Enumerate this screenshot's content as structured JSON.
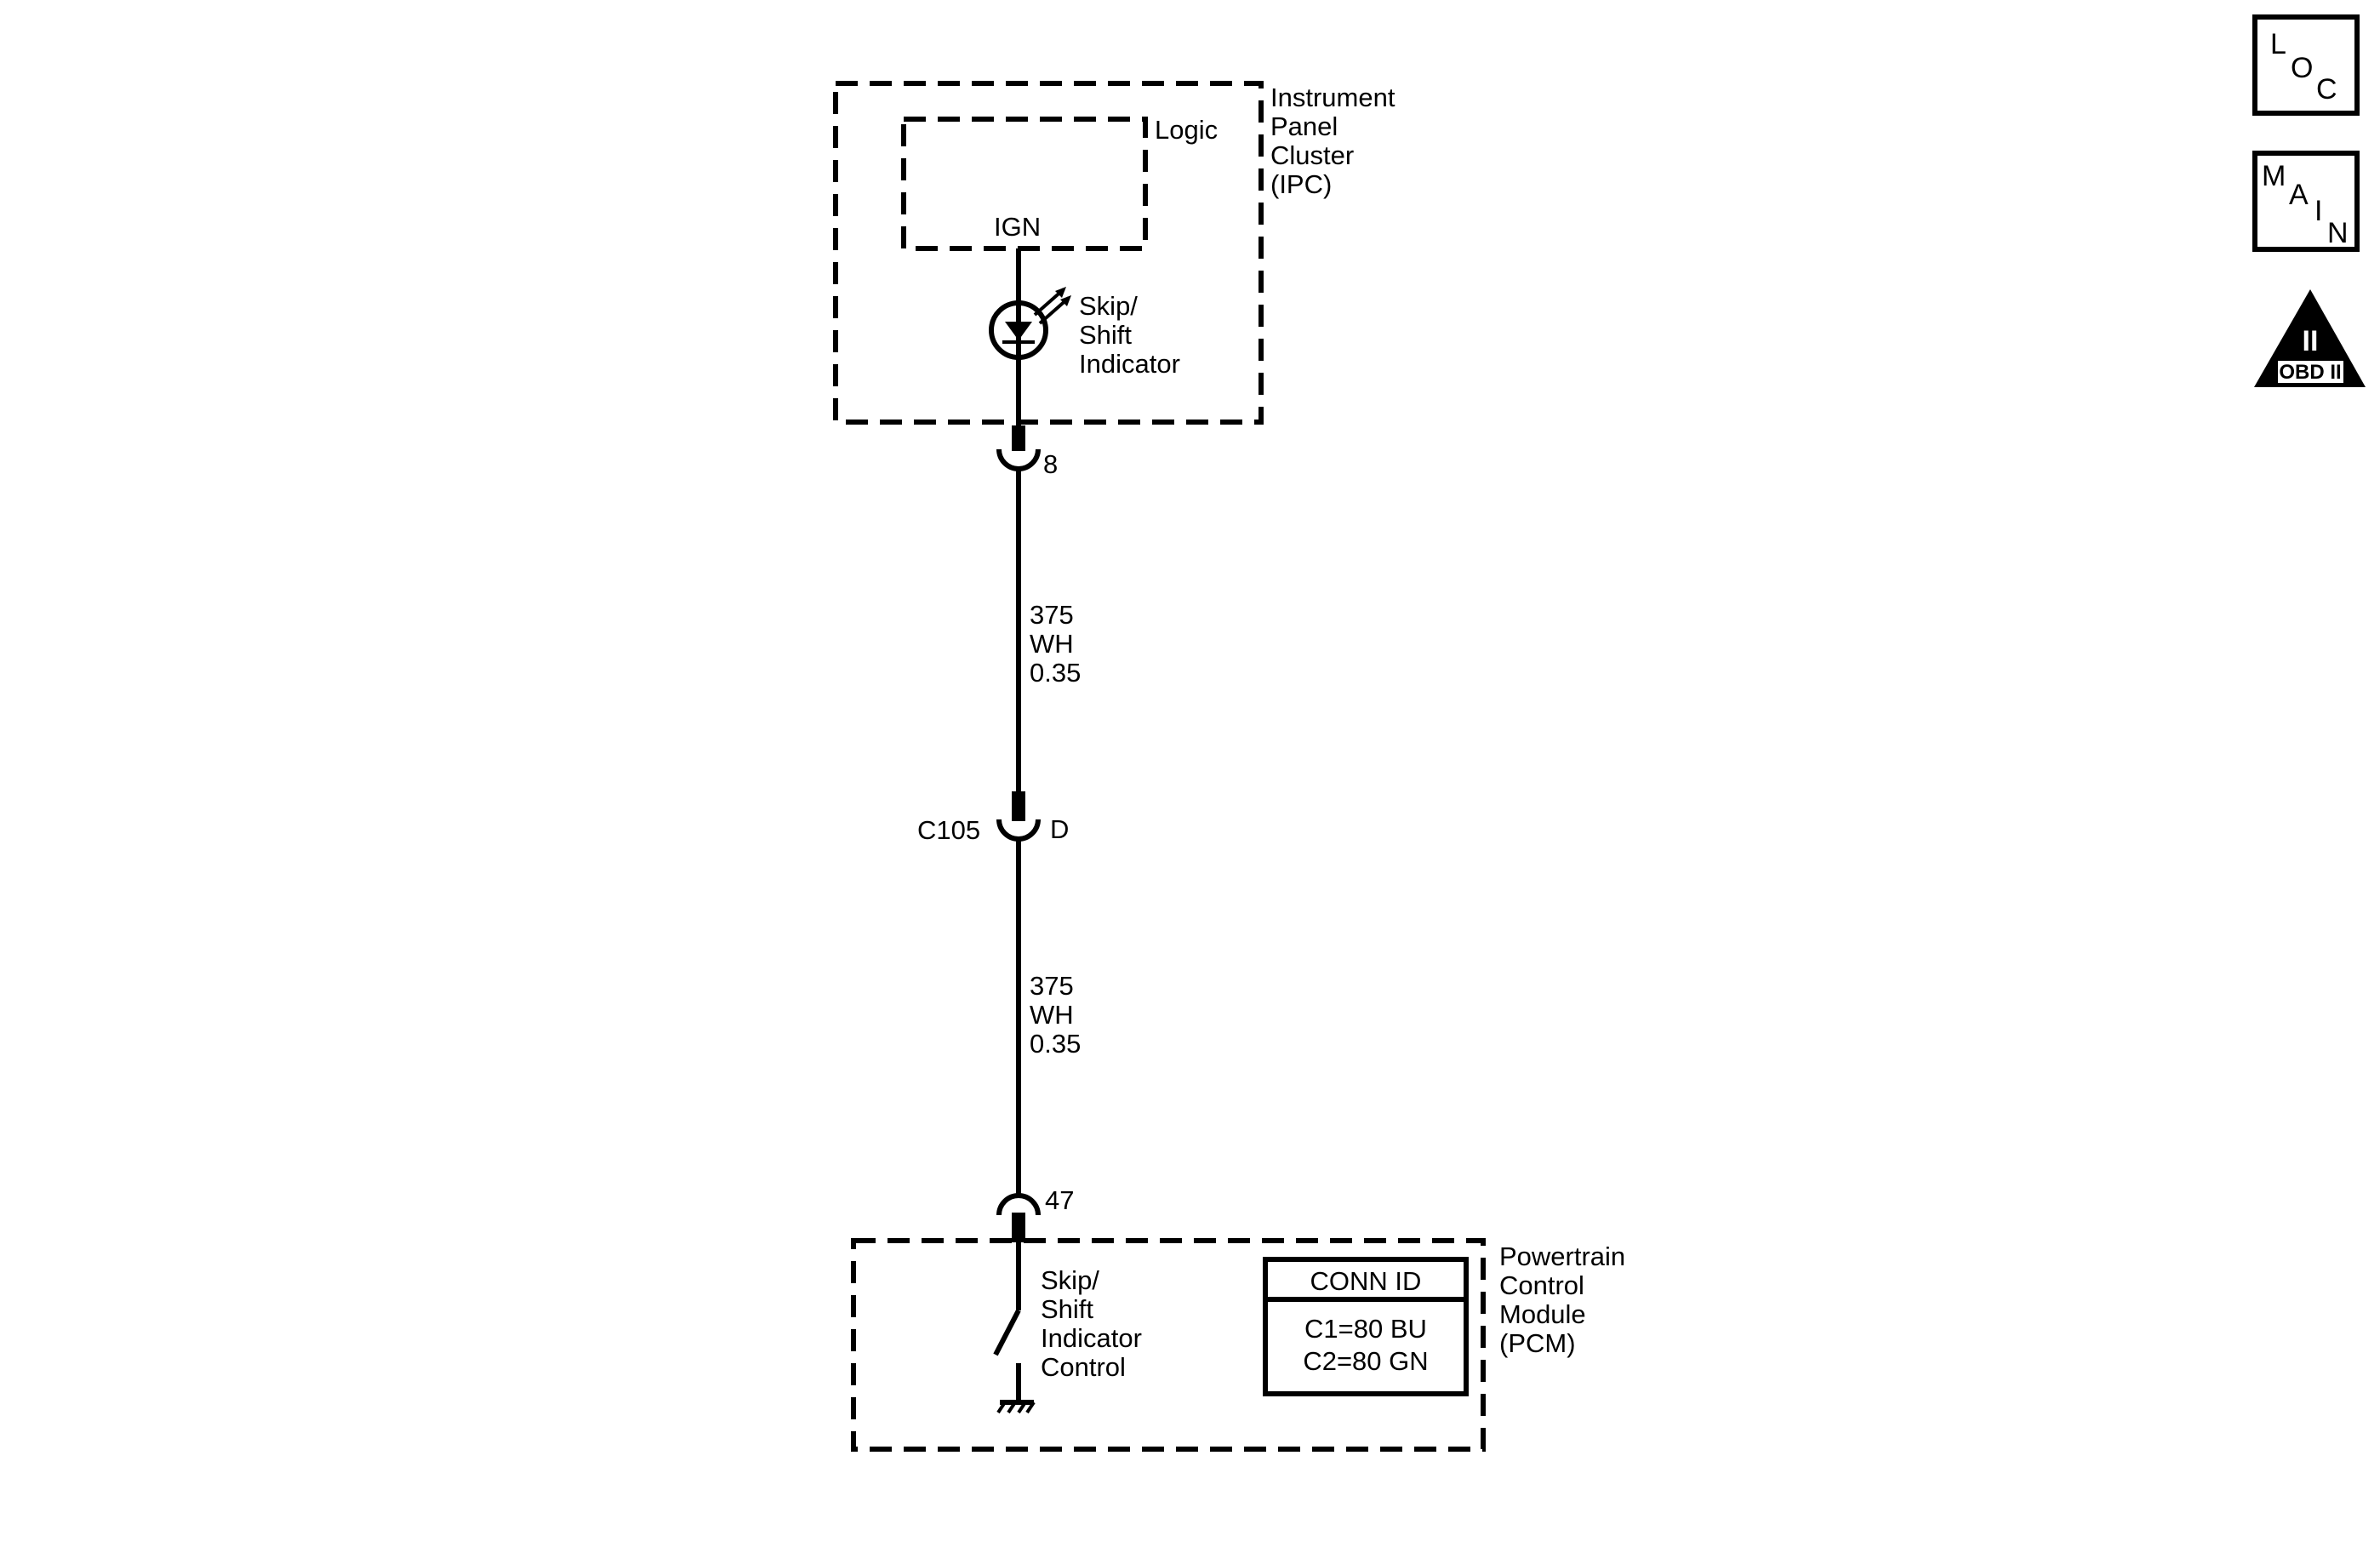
{
  "icons": {
    "loc": [
      "L",
      "O",
      "C"
    ],
    "main": [
      "M",
      "A",
      "I",
      "N"
    ],
    "obd": {
      "numeral": "II",
      "label": "OBD II"
    }
  },
  "ipc": {
    "name_lines": [
      "Instrument",
      "Panel",
      "Cluster",
      "(IPC)"
    ],
    "logic_label": "Logic",
    "ign_label": "IGN",
    "lamp_lines": [
      "Skip/",
      "Shift",
      "Indicator"
    ],
    "pin": "8"
  },
  "wire_upper": [
    "375",
    "WH",
    "0.35"
  ],
  "inline_connector": {
    "id": "C105",
    "pin": "D"
  },
  "wire_lower": [
    "375",
    "WH",
    "0.35"
  ],
  "pcm": {
    "pin": "47",
    "switch_lines": [
      "Skip/",
      "Shift",
      "Indicator",
      "Control"
    ],
    "conn_id": {
      "title": "CONN ID",
      "rows": [
        "C1=80 BU",
        "C2=80 GN"
      ]
    },
    "name_lines": [
      "Powertrain",
      "Control",
      "Module",
      "(PCM)"
    ]
  }
}
